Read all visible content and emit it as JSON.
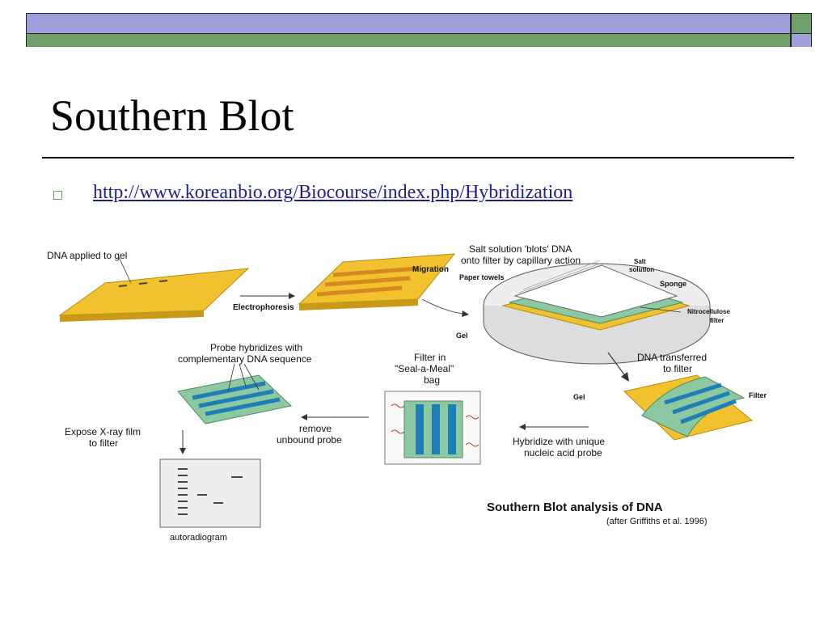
{
  "slide": {
    "title": "Southern Blot",
    "link": "http://www.koreanbio.org/Biocourse/index.php/Hybridization"
  },
  "figure": {
    "dna_applied": "DNA applied to gel",
    "migration": "Migration",
    "electrophoresis": "Electrophoresis",
    "salt_line1": "Salt solution 'blots' DNA",
    "salt_line2": "onto filter by capillary action",
    "salt_small1": "Salt",
    "salt_small2": "solution",
    "paper_towels": "Paper towels",
    "sponge": "Sponge",
    "nitro1": "Nitrocellulose",
    "nitro2": "filter",
    "gel": "Gel",
    "probe1": "Probe hybridizes with",
    "probe2": "complementary DNA sequence",
    "filter_in1": "Filter in",
    "filter_in2": "\"Seal-a-Meal\"",
    "filter_in3": "bag",
    "transferred1": "DNA transferred",
    "transferred2": "to filter",
    "gel2": "Gel",
    "filter2": "Filter",
    "expose1": "Expose X-ray film",
    "expose2": "to filter",
    "remove1": "remove",
    "remove2": "unbound probe",
    "hybridize1": "Hybridize with unique",
    "hybridize2": "nucleic acid probe",
    "autoradiogram": "autoradiogram",
    "caption_title": "Southern Blot analysis of DNA",
    "caption_sub": "(after Griffiths et al. 1996)"
  },
  "colors": {
    "lavender": "#a0a0dc",
    "green": "#6fa06a",
    "gel": "#f2c12e",
    "band": "#d48a1f",
    "filter": "#8cc8a0",
    "blot_band": "#1e7fb8"
  }
}
